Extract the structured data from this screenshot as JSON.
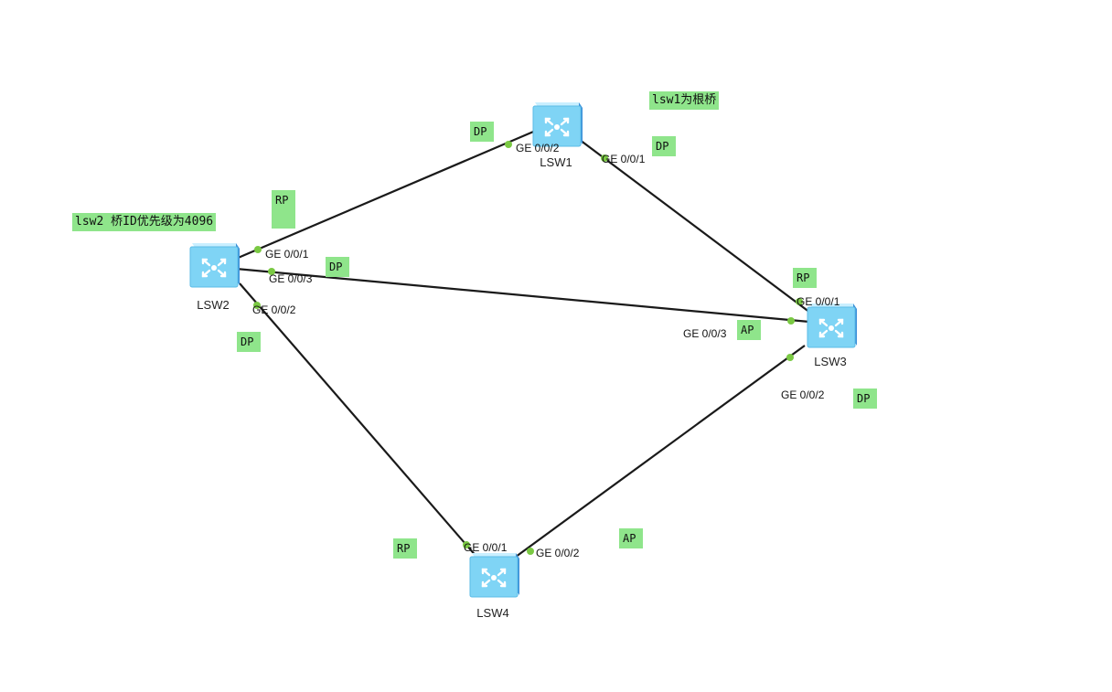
{
  "notes": {
    "root_bridge": "lsw1为根桥",
    "lsw2_priority": "lsw2 桥ID优先级为4096"
  },
  "switches": {
    "lsw1": "LSW1",
    "lsw2": "LSW2",
    "lsw3": "LSW3",
    "lsw4": "LSW4"
  },
  "ports": {
    "lsw1_g2": "GE 0/0/2",
    "lsw1_g1": "GE 0/0/1",
    "lsw2_g1": "GE 0/0/1",
    "lsw2_g3": "GE 0/0/3",
    "lsw2_g2": "GE 0/0/2",
    "lsw3_g1": "GE 0/0/1",
    "lsw3_g3": "GE 0/0/3",
    "lsw3_g2": "GE 0/0/2",
    "lsw4_g1": "GE 0/0/1",
    "lsw4_g2": "GE 0/0/2"
  },
  "roles": {
    "lsw1_g2": "DP",
    "lsw1_g1": "DP",
    "lsw2_g1": "RP",
    "lsw2_g3": "DP",
    "lsw2_g2": "DP",
    "lsw3_g1": "RP",
    "lsw3_g3": "AP",
    "lsw3_g2": "DP",
    "lsw4_g1": "RP",
    "lsw4_g2": "AP"
  },
  "colors": {
    "label_bg": "#8fe58b",
    "link": "#1a1a1a",
    "port_dot": "#7ac943",
    "switch_body": "#7fd4f5"
  }
}
